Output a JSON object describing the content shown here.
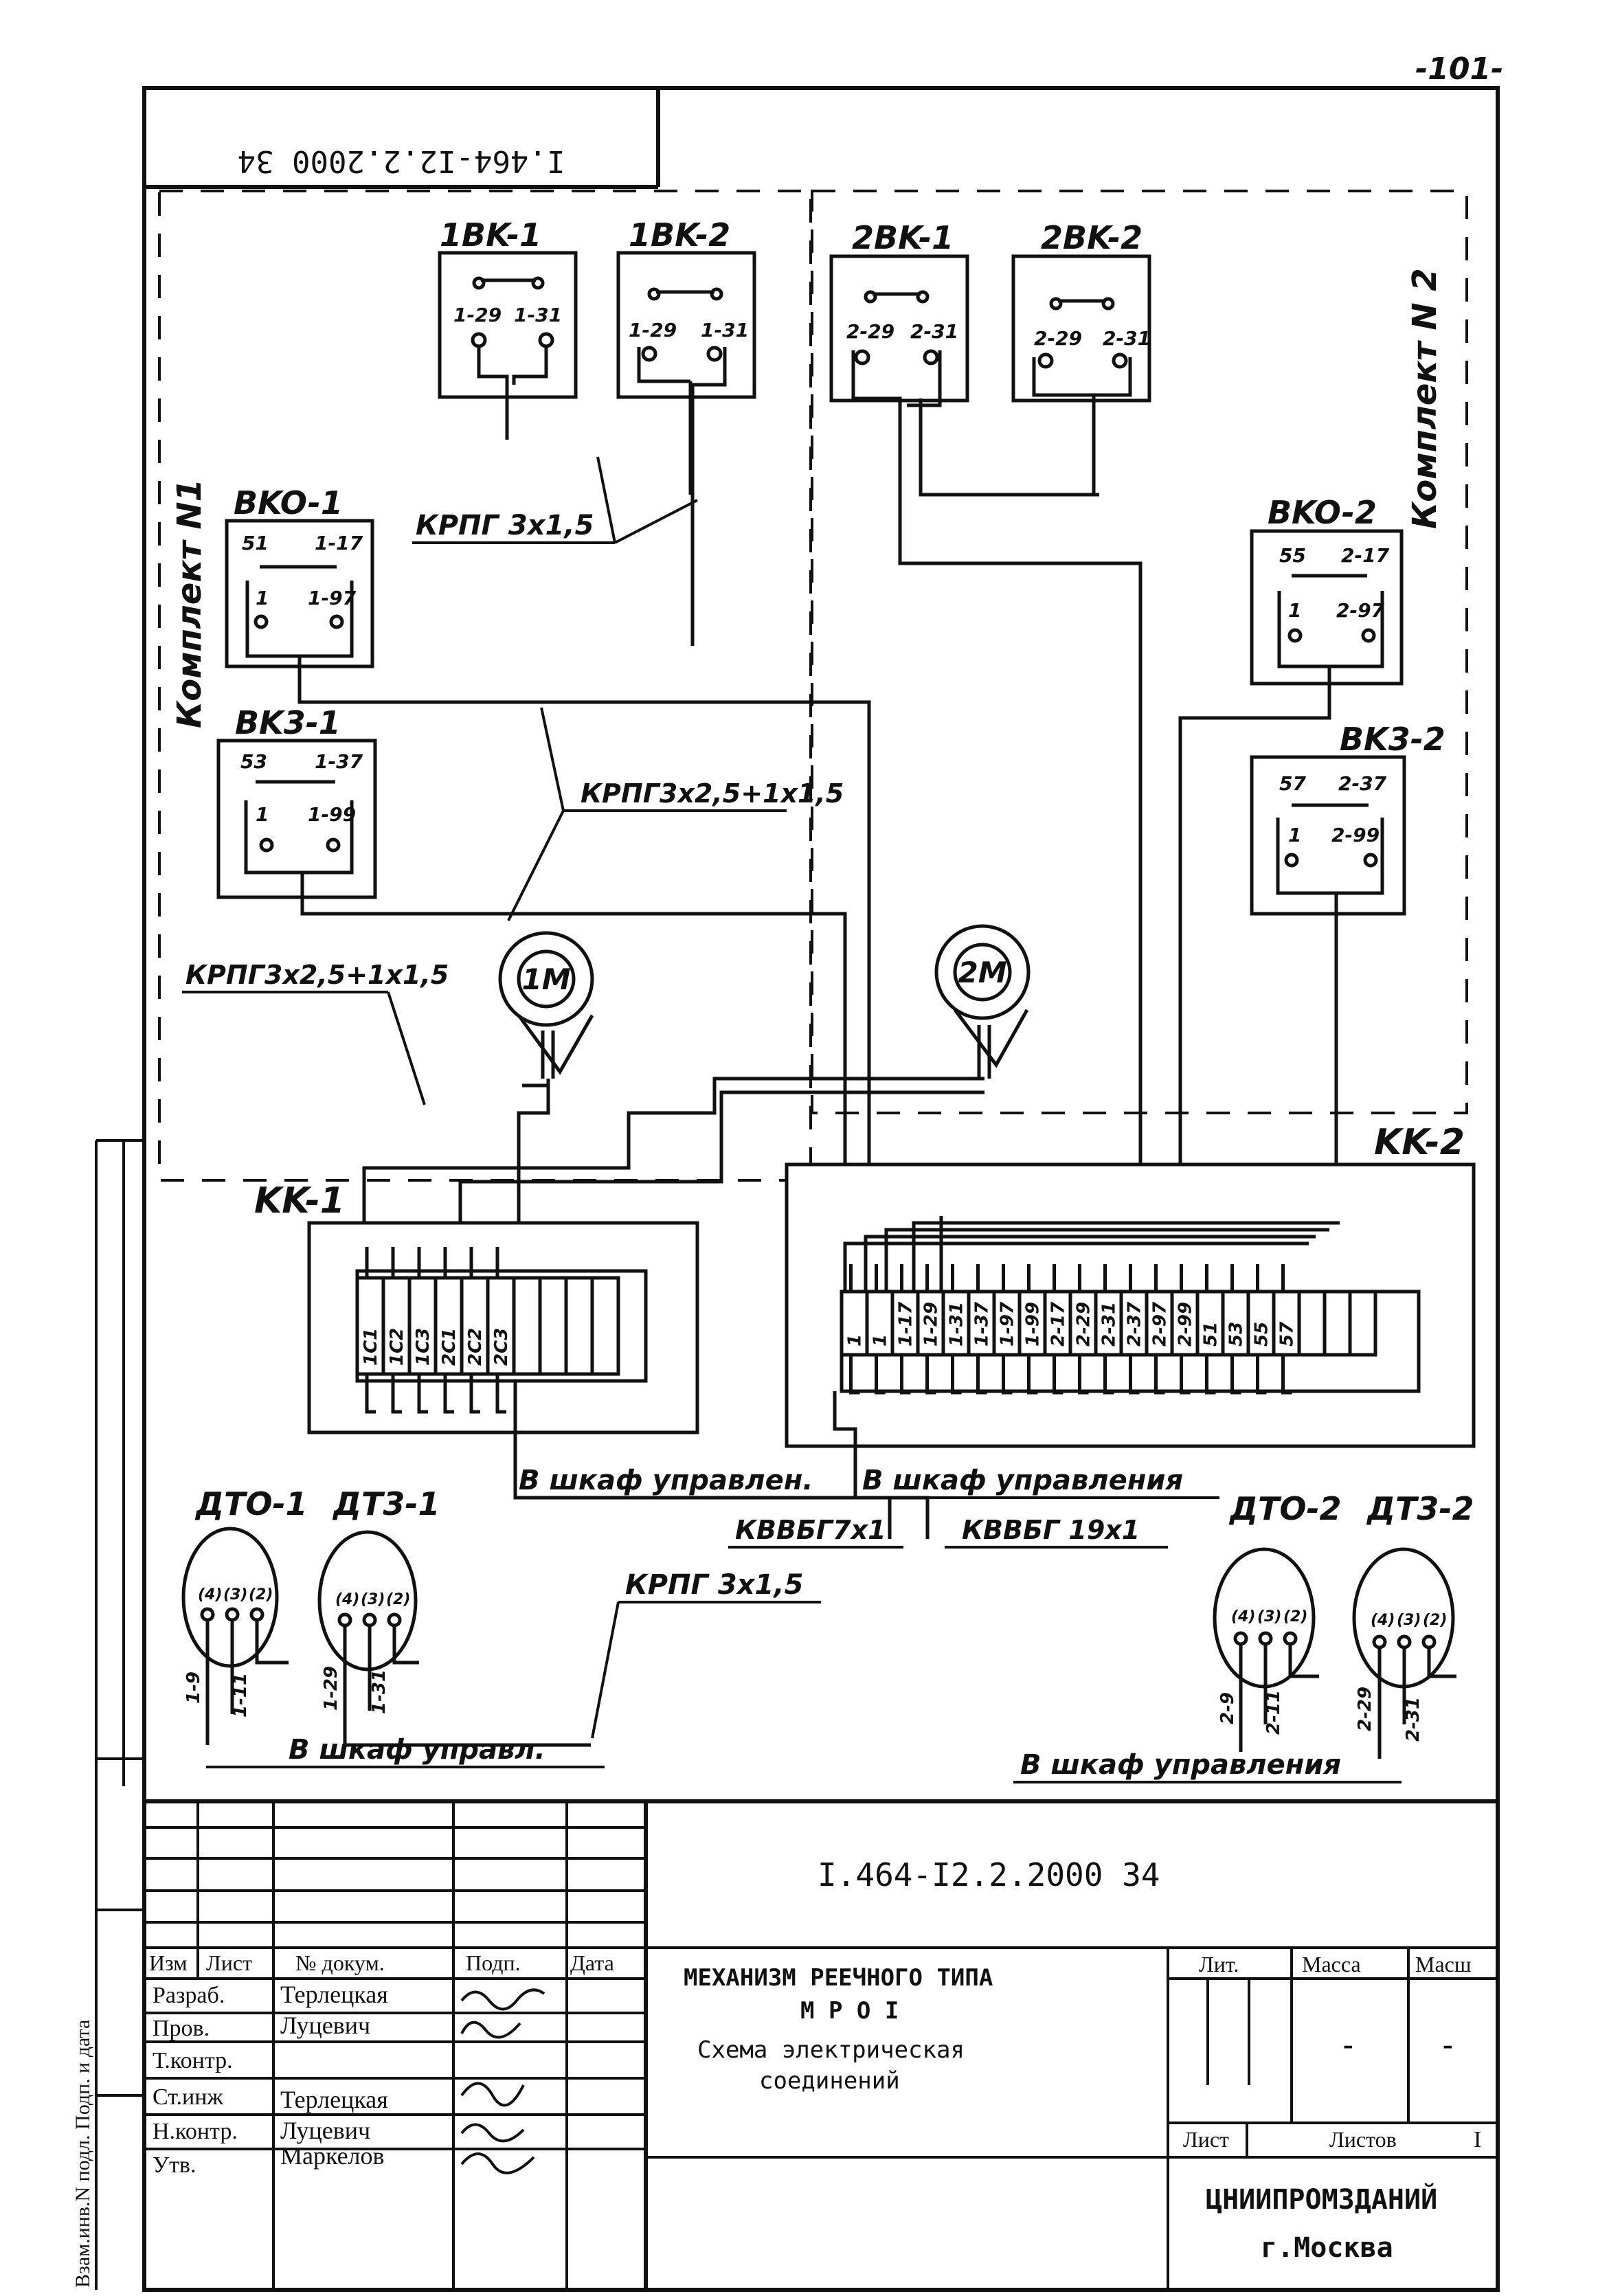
{
  "page_number": "-101-",
  "top_code_inverted": "I.464-I2.2.2000 34",
  "kits": {
    "kit1": "Комплект N1",
    "kit2": "Комплект N 2"
  },
  "switches": {
    "bk11": {
      "title": "1BK-1",
      "t1": "1-29",
      "t2": "1-31"
    },
    "bk12": {
      "title": "1BK-2",
      "t1": "1-29",
      "t2": "1-31"
    },
    "bk21": {
      "title": "2BK-1",
      "t1": "2-29",
      "t2": "2-31"
    },
    "bk22": {
      "title": "2BK-2",
      "t1": "2-29",
      "t2": "2-31"
    },
    "bko1": {
      "title": "BKO-1",
      "t1": "51",
      "t2": "1-17",
      "t3": "1",
      "t4": "1-97"
    },
    "bko2": {
      "title": "BKO-2",
      "t1": "55",
      "t2": "2-17",
      "t3": "1",
      "t4": "2-97"
    },
    "bk31": {
      "title": "BK3-1",
      "t1": "53",
      "t2": "1-37",
      "t3": "1",
      "t4": "1-99"
    },
    "bk32": {
      "title": "BK3-2",
      "t1": "57",
      "t2": "2-37",
      "t3": "1",
      "t4": "2-99"
    }
  },
  "cables": {
    "c1": "КРПГ 3х1,5",
    "c2": "КРПГ3х2,5+1х1,5",
    "c3": "КРПГ3х2,5+1х1,5",
    "c4": "КВВБГ7х1",
    "c5": "КВВБГ 19х1",
    "c6": "КРПГ 3х1,5"
  },
  "motors": {
    "m1": "1M",
    "m2": "2M"
  },
  "junction_boxes": {
    "kk1": {
      "title": "KK-1",
      "terminals": [
        "1C1",
        "1C2",
        "1C3",
        "2C1",
        "2C2",
        "2C3"
      ]
    },
    "kk2": {
      "title": "KK-2",
      "terminals": [
        "1",
        "1",
        "1-17",
        "1-29",
        "1-31",
        "1-37",
        "1-97",
        "1-99",
        "2-17",
        "2-29",
        "2-31",
        "2-37",
        "2-97",
        "2-99",
        "51",
        "53",
        "55",
        "57"
      ]
    }
  },
  "destinations": {
    "d1": "В шкаф управлен.",
    "d2": "В шкаф управления",
    "d3": "В шкаф управл.",
    "d4": "В шкаф управления"
  },
  "sensors": {
    "dto1": {
      "title": "ДТО-1",
      "p1": "(4)",
      "p2": "(3)",
      "p3": "(2)"
    },
    "dt31": {
      "title": "ДТ3-1",
      "p1": "(4)",
      "p2": "(3)",
      "p3": "(2)"
    },
    "dto2": {
      "title": "ДТО-2",
      "p1": "(4)",
      "p2": "(3)",
      "p3": "(2)"
    },
    "dt32": {
      "title": "ДТ3-2",
      "p1": "(4)",
      "p2": "(3)",
      "p3": "(2)"
    }
  },
  "sensor_wires": {
    "w1": "1-9",
    "w2": "1-11",
    "w3": "1-29",
    "w4": "1-31",
    "w5": "2-9",
    "w6": "2-11",
    "w7": "2-29",
    "w8": "2-31"
  },
  "title_block": {
    "doc_code": "I.464-I2.2.2000 34",
    "headers": {
      "izm": "Изм",
      "list": "Лист",
      "doc_no": "№ докум.",
      "sign": "Подп.",
      "date": "Дата"
    },
    "rows": [
      {
        "role": "Разраб.",
        "name": "Терлецкая"
      },
      {
        "role": "Пров.",
        "name": "Луцевич"
      },
      {
        "role": "Т.контр.",
        "name": ""
      },
      {
        "role": "Ст.инж",
        "name": "Терлецкая"
      },
      {
        "role": "Н.контр.",
        "name": "Луцевич"
      },
      {
        "role": "Утв.",
        "name": "Маркелов"
      }
    ],
    "title_line1": "МЕХАНИЗМ РЕЕЧНОГО ТИПА",
    "title_line2": "М Р О I",
    "title_line3": "Схема электрическая",
    "title_line4": "соединений",
    "lit_label": "Лит.",
    "mass_label": "Масса",
    "scale_label": "Масш",
    "mass_value": "-",
    "scale_value": "-",
    "sheet_label": "Лист",
    "sheets_label": "Листов",
    "sheets_value": "I",
    "org": "ЦНИИПРОМЗДАНИЙ",
    "city": "г.Москва"
  },
  "side_label": "Взам.инв.N подл. Подп. и дата"
}
